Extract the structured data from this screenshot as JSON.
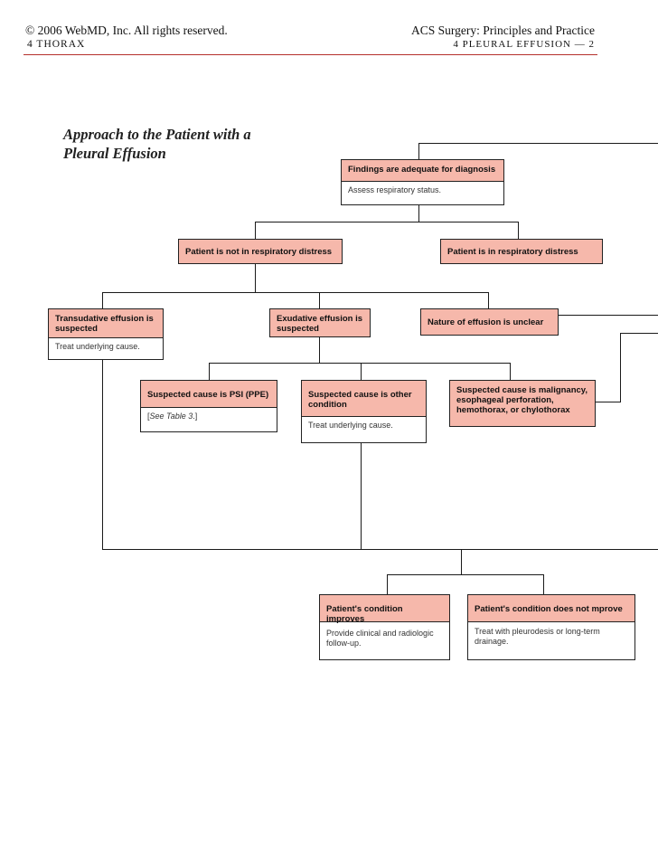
{
  "header": {
    "left": "© 2006 WebMD, Inc. All rights reserved.",
    "section": "4  THORAX",
    "right": "ACS Surgery: Principles and Practice",
    "sub": "4   PLEURAL EFFUSION — 2"
  },
  "title": {
    "line1": "Approach to the Patient with a",
    "line2": "Pleural Effusion"
  },
  "nodes": {
    "findings": {
      "head": "Findings are adequate for diagnosis",
      "body": "Assess respiratory status."
    },
    "not_distress": {
      "head": "Patient is not in respiratory distress"
    },
    "distress": {
      "head": "Patient is in respiratory distress"
    },
    "transudative": {
      "head": "Transudative effusion is suspected",
      "body": "Treat underlying cause."
    },
    "exudative": {
      "head": "Exudative effusion is suspected"
    },
    "unclear": {
      "head": "Nature of effusion is unclear"
    },
    "psi": {
      "head": "Suspected cause is PSI (PPE)",
      "body_prefix": "[",
      "body_italic": "See Table 3",
      "body_suffix": ".]"
    },
    "other": {
      "head": "Suspected cause is other condition",
      "body": "Treat underlying cause."
    },
    "malignancy": {
      "head": "Suspected cause is malignancy, esophageal perforation, hemothorax, or chylothorax"
    },
    "improves": {
      "head": "Patient's condition improves",
      "body": "Provide clinical and radiologic follow-up."
    },
    "not_improve": {
      "head": "Patient's condition does not mprove",
      "body": "Treat with pleurodesis or long-term drainage."
    }
  },
  "colors": {
    "box_fill": "#f6b8ab",
    "rule": "#b5312c",
    "line": "#1a1a1a"
  }
}
